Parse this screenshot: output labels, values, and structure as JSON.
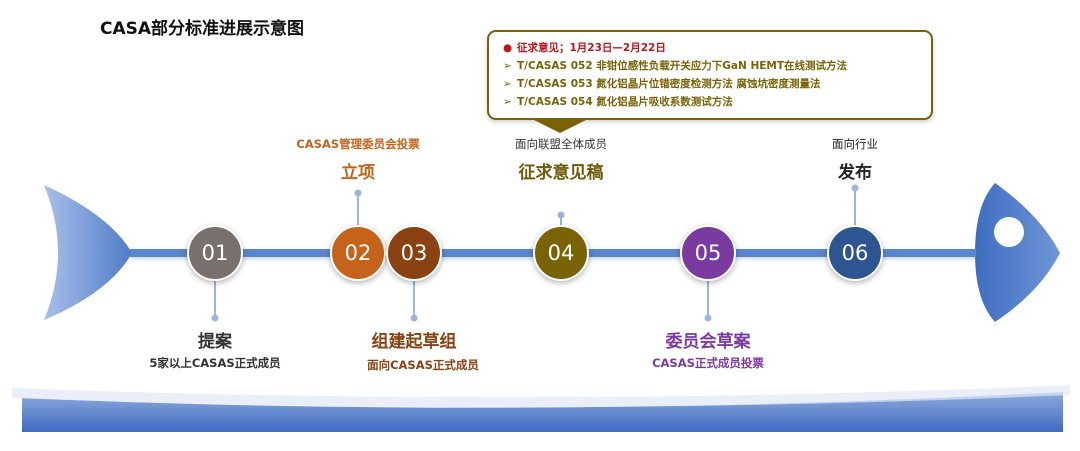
{
  "title": "CASA部分标准进展示意图",
  "notice": {
    "header": "征求意见；1月23日—2月22日",
    "items": [
      "T/CASAS 052  非钳位感性负载开关应力下GaN HEMT在线测试方法",
      "T/CASAS 053  氮化铝晶片位错密度检测方法 腐蚀坑密度测量法",
      "T/CASAS 054  氮化铝晶片吸收系数测试方法"
    ]
  },
  "steps": [
    {
      "num": "01",
      "name": "提案",
      "desc": "5家以上CASAS正式成员",
      "color": "#77706d",
      "text_color": "#333333"
    },
    {
      "num": "02",
      "name": "立项",
      "desc": "CASAS管理委员会投票",
      "color": "#c5631a",
      "text_color": "#c5631a"
    },
    {
      "num": "03",
      "name": "组建起草组",
      "desc": "面向CASAS正式成员",
      "color": "#8a4212",
      "text_color": "#8a4212"
    },
    {
      "num": "04",
      "name": "征求意见稿",
      "desc": "面向联盟全体成员",
      "color": "#7a6206",
      "text_color": "#6e5a08"
    },
    {
      "num": "05",
      "name": "委员会草案",
      "desc": "CASAS正式成员投票",
      "color": "#7a3aa0",
      "text_color": "#7a3aa0"
    },
    {
      "num": "06",
      "name": "发布",
      "desc": "面向行业",
      "color": "#2d5592",
      "text_color": "#222222"
    }
  ],
  "colors": {
    "spine": "#5b86cc",
    "notice_border": "#7a6206",
    "notice_red": "#c0141c"
  }
}
